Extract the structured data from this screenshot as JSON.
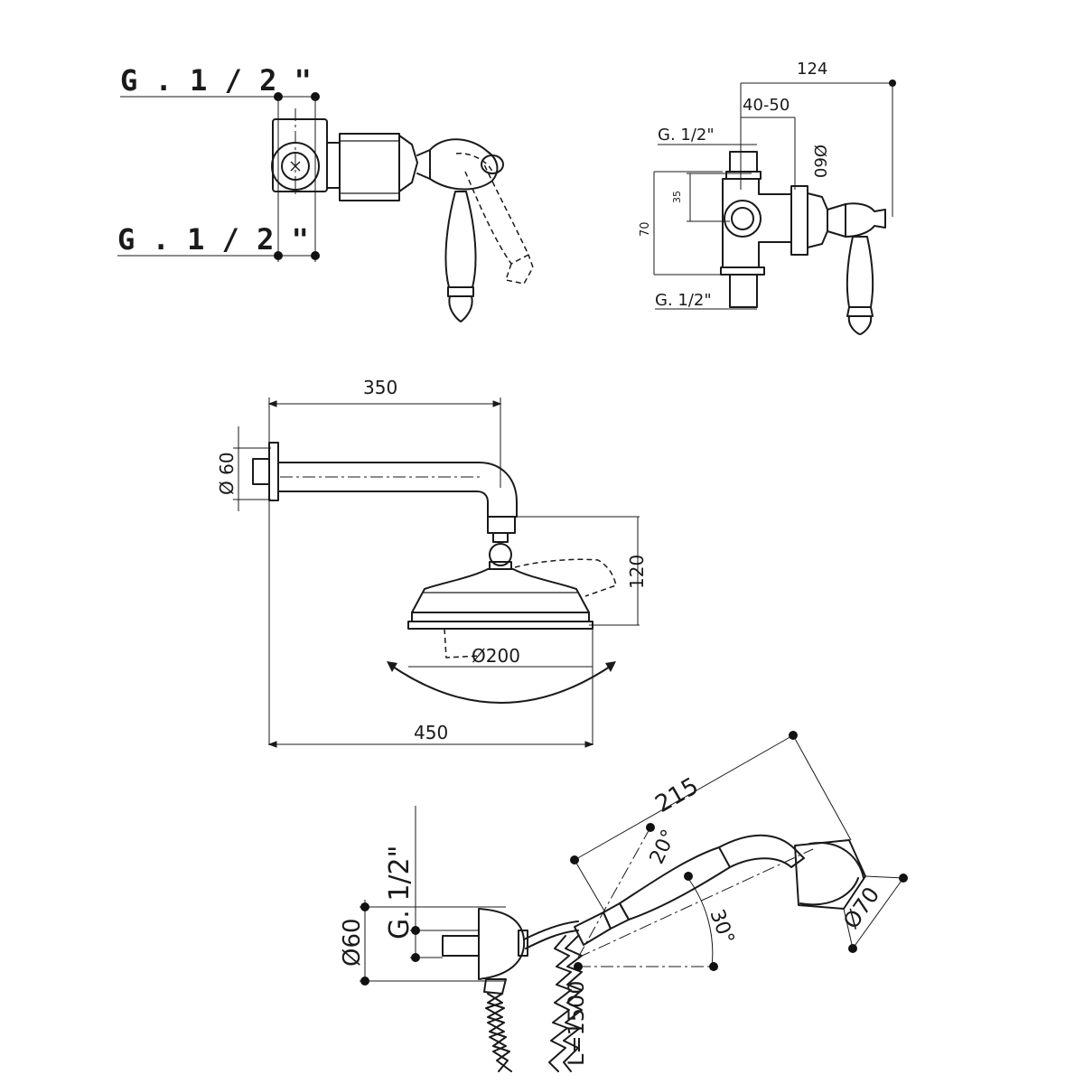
{
  "colors": {
    "ink": "#1a1a1a",
    "paper": "#ffffff"
  },
  "valve_front": {
    "thread_top": "G . 1 / 2 \"",
    "thread_bottom": "G . 1 / 2 \""
  },
  "valve_side": {
    "overall_width": "124",
    "depth_range": "40-50",
    "thread_top": "G. 1/2\"",
    "flange_diameter": "Ø60",
    "port_spacing": "35",
    "height": "70",
    "thread_bottom": "G. 1/2\""
  },
  "shower_arm": {
    "arm_length": "350",
    "flange_diameter": "Ø 60",
    "drop_height": "120",
    "head_diameter": "Ø200",
    "total_projection": "450"
  },
  "hand_shower": {
    "thread": "G. 1/2\"",
    "outlet_diameter": "Ø60",
    "hose_length": "L=1500",
    "handset_length": "215",
    "angle_upper": "20°",
    "angle_lower": "30°",
    "head_diameter": "Ø70"
  }
}
